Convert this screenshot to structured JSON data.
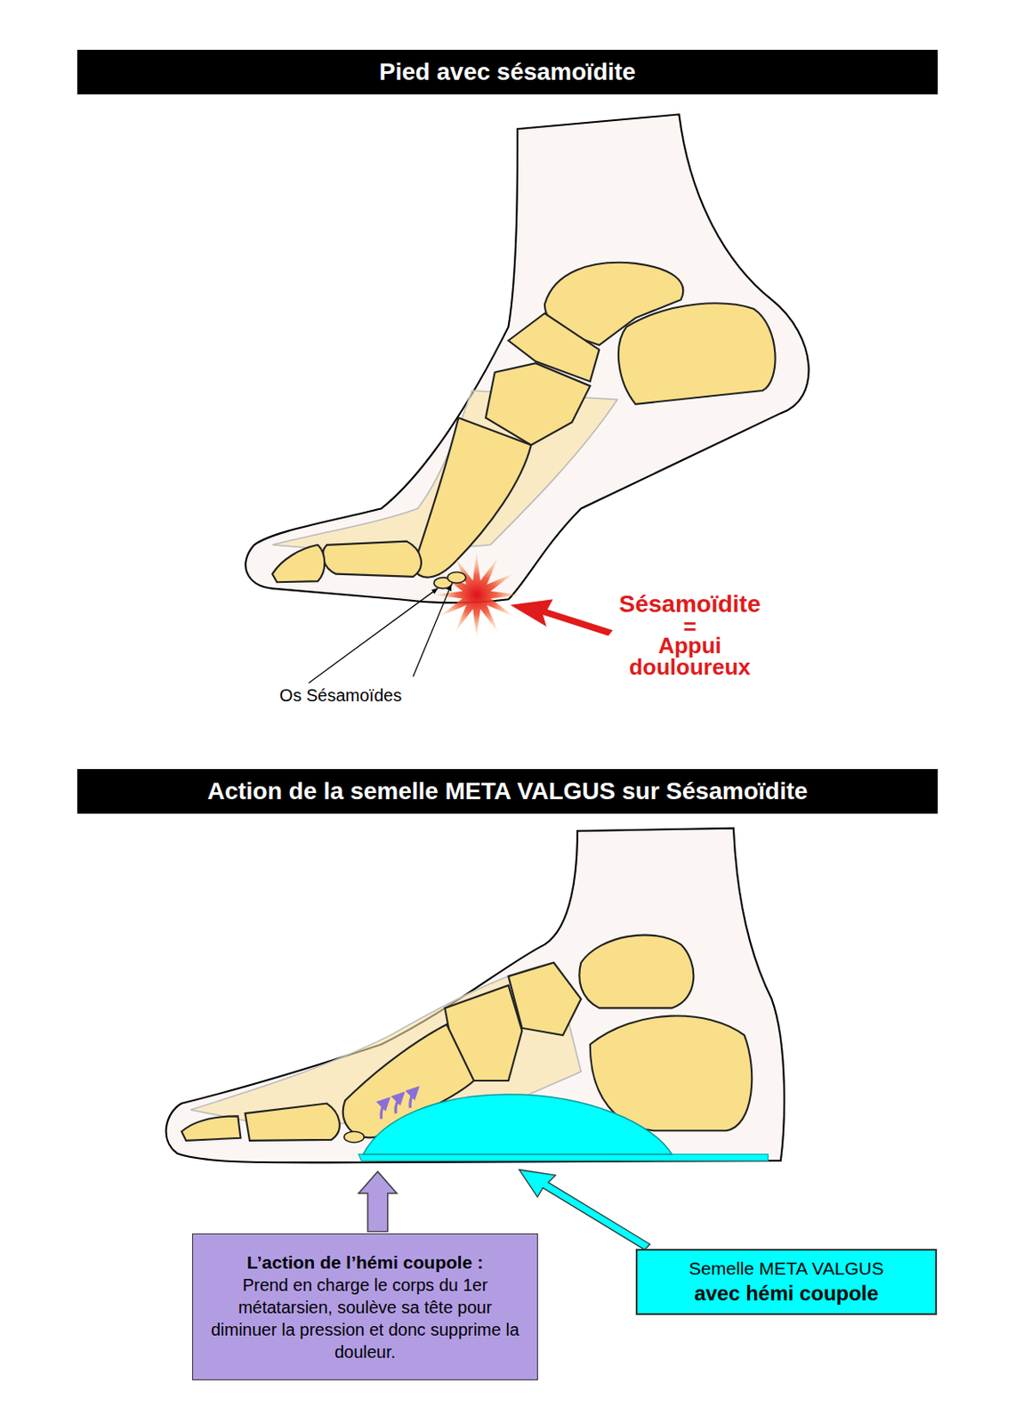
{
  "diagram": {
    "nodes": [
      {
        "text": [
          "Pied avec sésamoïdite"
        ]
      },
      {
        "text": [
          "Action de la semelle META VALGUS sur Sésamoïdite"
        ]
      },
      {
        "text": [
          "L’action de l’hémi coupole :",
          "Prend en charge le corps du 1er métatarsien, soulève sa tête pour diminuer la pression et donc supprime la douleur."
        ]
      },
      {
        "text": [
          "Semelle META VALGUS",
          "avec hémi coupole"
        ]
      }
    ],
    "labels": [
      "Sésamoïdite",
      "=",
      "Appui douloureux",
      "Os Sésamoïdes"
    ]
  }
}
